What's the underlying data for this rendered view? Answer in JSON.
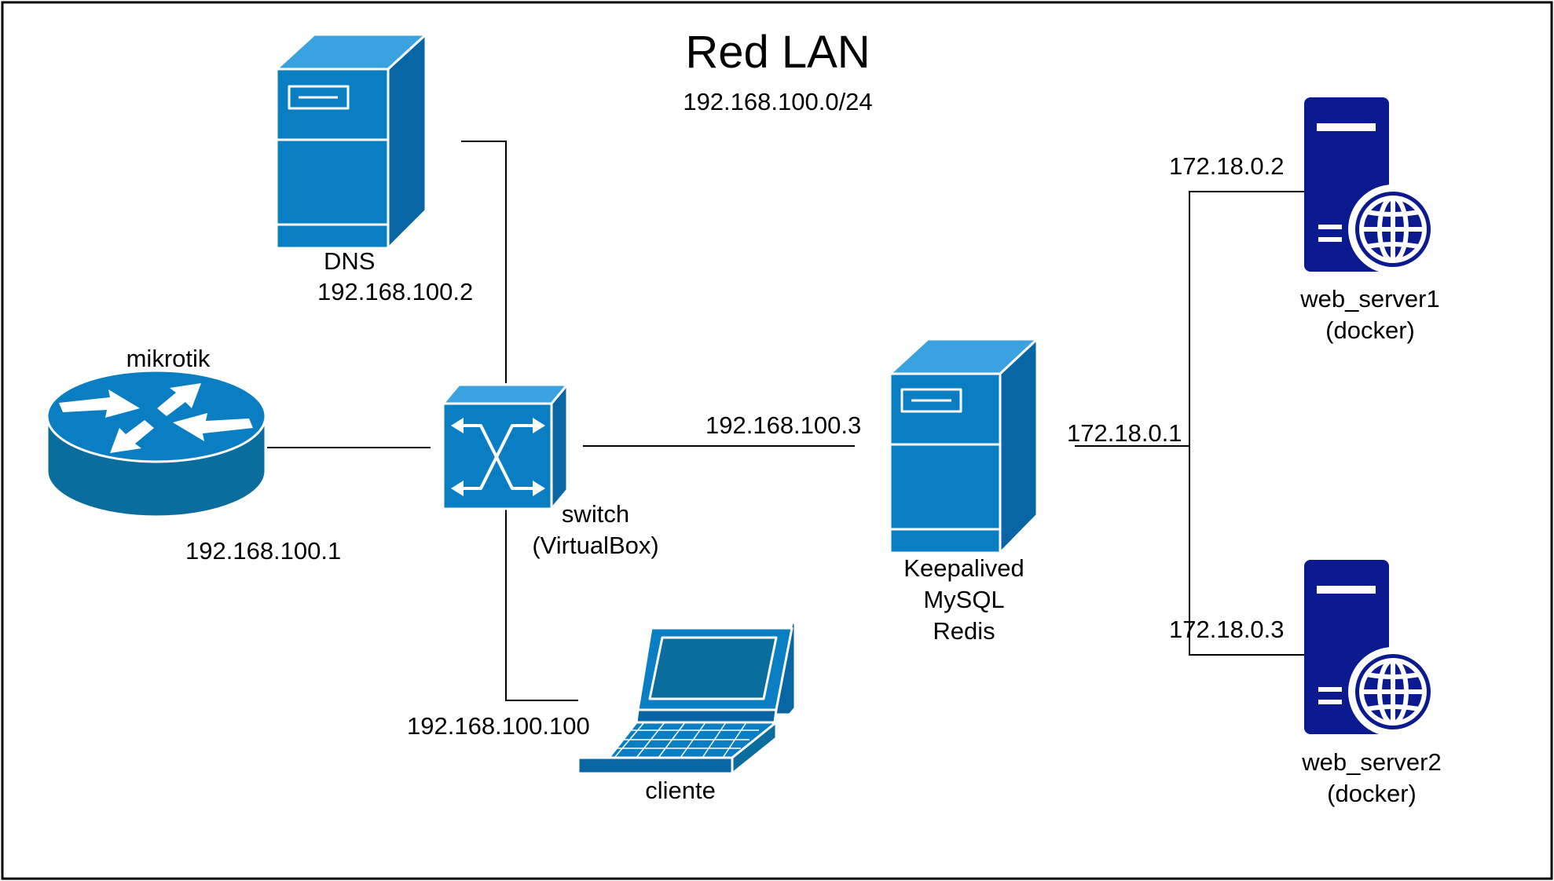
{
  "title": "Red LAN",
  "subnet": "192.168.100.0/24",
  "colors": {
    "device_blue": "#0a7ec2",
    "device_edge": "#ffffff",
    "router_blue": "#0a6d9e",
    "webserver_navy": "#0c1a8f",
    "line": "#000000"
  },
  "nodes": {
    "dns": {
      "icon": "tower-server-icon",
      "name": "DNS",
      "ip": "192.168.100.2"
    },
    "mikrotik": {
      "icon": "router-icon",
      "name": "mikrotik",
      "ip": "192.168.100.1"
    },
    "switch": {
      "icon": "switch-icon",
      "name_line1": "switch",
      "name_line2": "(VirtualBox)"
    },
    "cliente": {
      "icon": "laptop-icon",
      "name": "cliente",
      "ip": "192.168.100.100"
    },
    "balancer": {
      "icon": "tower-server-icon",
      "ip_lan": "192.168.100.3",
      "ip_docker": "172.18.0.1",
      "services": [
        "Keepalived",
        "MySQL",
        "Redis"
      ]
    },
    "web_server1": {
      "icon": "web-server-icon",
      "name": "web_server1",
      "subtitle": "(docker)",
      "ip": "172.18.0.2"
    },
    "web_server2": {
      "icon": "web-server-icon",
      "name": "web_server2",
      "subtitle": "(docker)",
      "ip": "172.18.0.3"
    }
  }
}
